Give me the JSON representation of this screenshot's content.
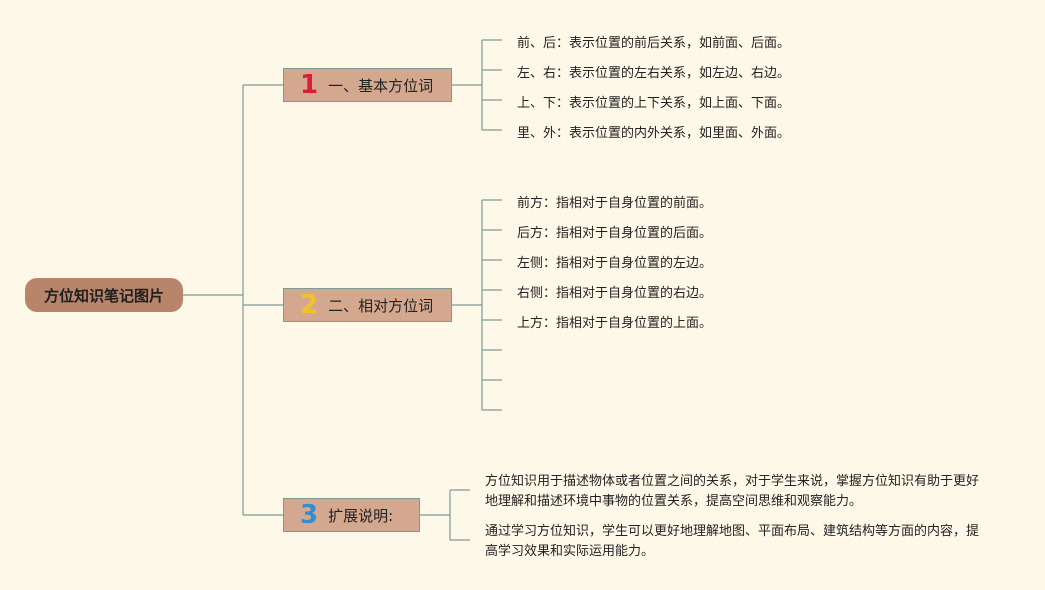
{
  "root": {
    "label": "方位知识笔记图片"
  },
  "branches": [
    {
      "num": "1",
      "num_color": "#d81e3a",
      "label": "一、基本方位词",
      "items": [
        "前、后：表示位置的前后关系，如前面、后面。",
        "左、右：表示位置的左右关系，如左边、右边。",
        "上、下：表示位置的上下关系，如上面、下面。",
        "里、外：表示位置的内外关系，如里面、外面。"
      ]
    },
    {
      "num": "2",
      "num_color": "#f2c12e",
      "label": "二、相对方位词",
      "items": [
        "前方：指相对于自身位置的前面。",
        "后方：指相对于自身位置的后面。",
        "左侧：指相对于自身位置的左边。",
        "右侧：指相对于自身位置的右边。",
        "上方：指相对于自身位置的上面。"
      ]
    },
    {
      "num": "3",
      "num_color": "#2f8fd1",
      "label": "扩展说明:",
      "paragraphs": [
        "方位知识用于描述物体或者位置之间的关系，对于学生来说，掌握方位知识有助于更好地理解和描述环境中事物的位置关系，提高空间思维和观察能力。",
        "通过学习方位知识，学生可以更好地理解地图、平面布局、建筑结构等方面的内容，提高学习效果和实际运用能力。"
      ]
    }
  ],
  "colors": {
    "line": "#7f9b95",
    "root_bg": "#b8856a",
    "branch_bg": "#d4a88e",
    "background": "#fdf8e8"
  }
}
